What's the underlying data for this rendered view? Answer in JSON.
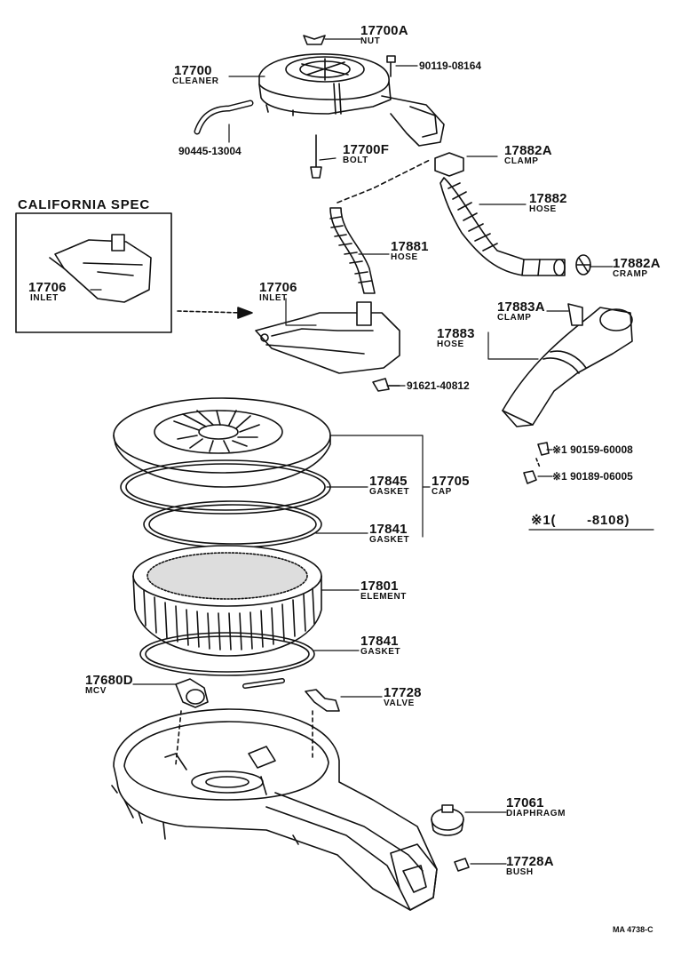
{
  "diagram": {
    "drawing_code": "MA 4738-C",
    "california_spec": "CALIFORNIA SPEC",
    "footnote": "※1(       -8108)",
    "parts": {
      "p17700a": {
        "number": "17700A",
        "name": "NUT"
      },
      "p90119": {
        "number": "90119-08164"
      },
      "p17700": {
        "number": "17700",
        "name": "CLEANER"
      },
      "p90445": {
        "number": "90445-13004"
      },
      "p17700f": {
        "number": "17700F",
        "name": "BOLT"
      },
      "p17882a_clamp": {
        "number": "17882A",
        "name": "CLAMP"
      },
      "p17882": {
        "number": "17882",
        "name": "HOSE"
      },
      "p17881": {
        "number": "17881",
        "name": "HOSE"
      },
      "p17882a_cramp": {
        "number": "17882A",
        "name": "CRAMP"
      },
      "p17706_cal": {
        "number": "17706",
        "name": "INLET"
      },
      "p17706": {
        "number": "17706",
        "name": "INLET"
      },
      "p17883a": {
        "number": "17883A",
        "name": "CLAMP"
      },
      "p17883": {
        "number": "17883",
        "name": "HOSE"
      },
      "p91621": {
        "number": "91621-40812"
      },
      "p90159": {
        "number": "※1 90159-60008"
      },
      "p90189": {
        "number": "※1 90189-06005"
      },
      "p17845": {
        "number": "17845",
        "name": "GASKET"
      },
      "p17705": {
        "number": "17705",
        "name": "CAP"
      },
      "p17841a": {
        "number": "17841",
        "name": "GASKET"
      },
      "p17801": {
        "number": "17801",
        "name": "ELEMENT"
      },
      "p17841b": {
        "number": "17841",
        "name": "GASKET"
      },
      "p17680d": {
        "number": "17680D",
        "name": "MCV"
      },
      "p17728": {
        "number": "17728",
        "name": "VALVE"
      },
      "p17061": {
        "number": "17061",
        "name": "DIAPHRAGM"
      },
      "p17728a": {
        "number": "17728A",
        "name": "BUSH"
      }
    }
  }
}
